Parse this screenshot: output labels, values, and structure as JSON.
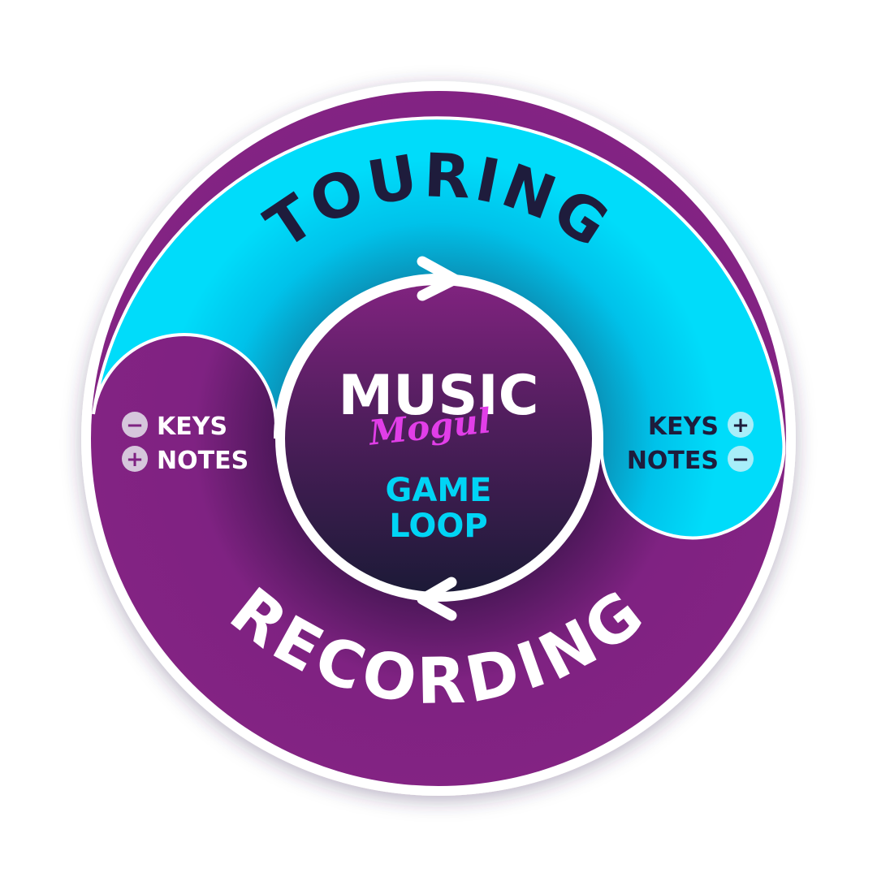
{
  "title": {
    "music": "MUSIC",
    "mogul": "Mogul",
    "game": "GAME",
    "loop": "LOOP"
  },
  "touring": {
    "label": "TOURING",
    "keys": "KEYS",
    "notes": "NOTES",
    "keys_sign": "+",
    "notes_sign": "−"
  },
  "recording": {
    "label": "RECORDING",
    "keys": "KEYS",
    "notes": "NOTES",
    "keys_sign": "−",
    "notes_sign": "+"
  },
  "colors": {
    "touring": "#00dcfa",
    "touring_dark": "#0e9fc2",
    "recording": "#7f2282",
    "center_top": "#7e2382",
    "center_bottom": "#1d1a38",
    "navy": "#1e1c3c",
    "mogul": "#e13ee8",
    "game_loop": "#00d4f5",
    "white": "#ffffff"
  }
}
